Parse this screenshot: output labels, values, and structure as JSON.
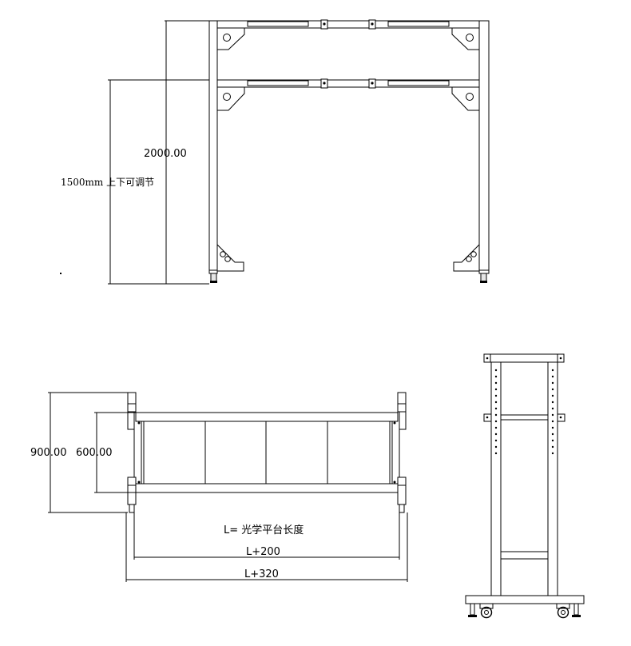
{
  "front_view": {
    "dim_height_total": "2000.00",
    "dim_adjustable": "1500mm 上下可调节"
  },
  "plan_view": {
    "dim_outer_depth": "900.00",
    "dim_inner_depth": "600.00",
    "note_L": "L= 光学平台长度",
    "dim_L200": "L+200",
    "dim_L320": "L+320"
  }
}
